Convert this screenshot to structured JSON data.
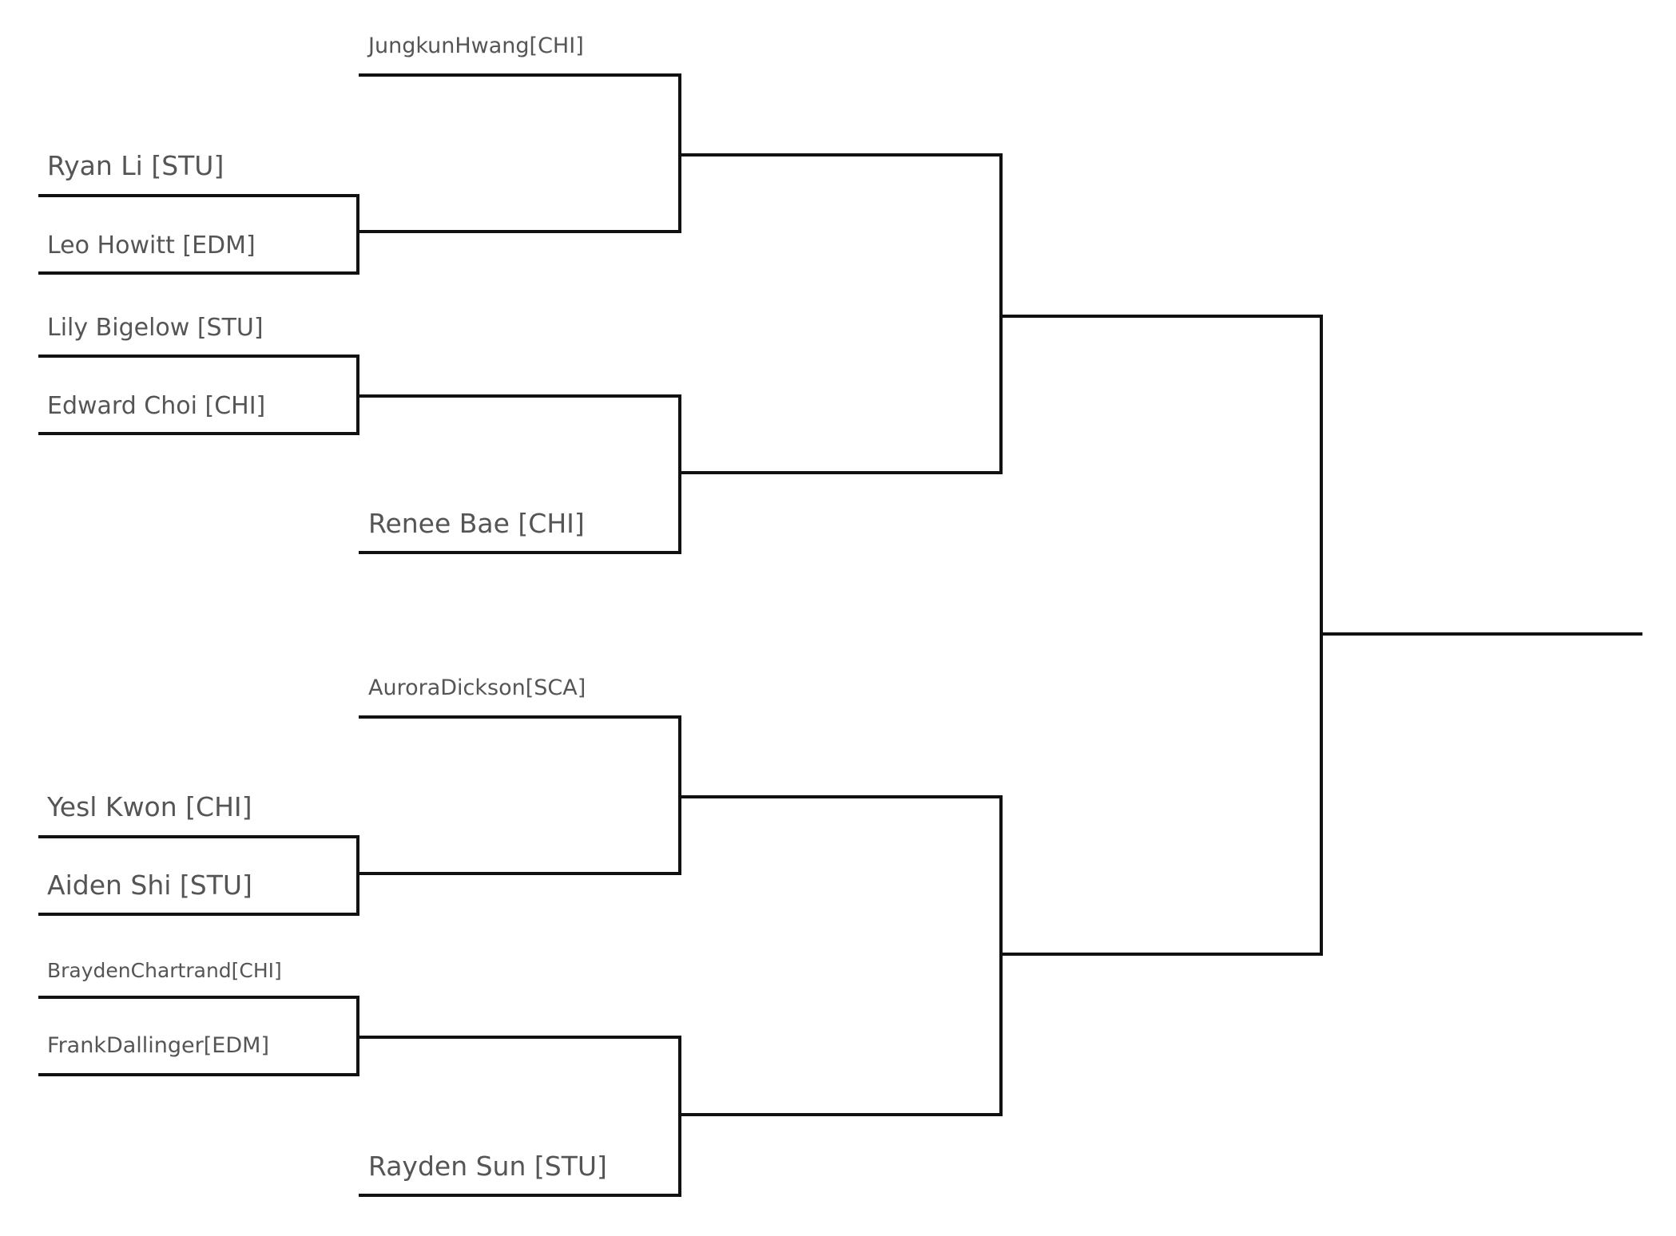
{
  "bracket": {
    "players": [
      "JungkunHwang[CHI]",
      "Ryan Li [STU]",
      "Leo Howitt [EDM]",
      "Lily Bigelow [STU]",
      "Edward Choi [CHI]",
      "Renee Bae [CHI]",
      "AuroraDickson[SCA]",
      "Yesl Kwon [CHI]",
      "Aiden Shi [STU]",
      "BraydenChartrand[CHI]",
      "FrankDallinger[EDM]",
      "Rayden Sun [STU]"
    ]
  },
  "colors": {
    "line": "#111111",
    "text": "#555555",
    "background": "#ffffff"
  }
}
